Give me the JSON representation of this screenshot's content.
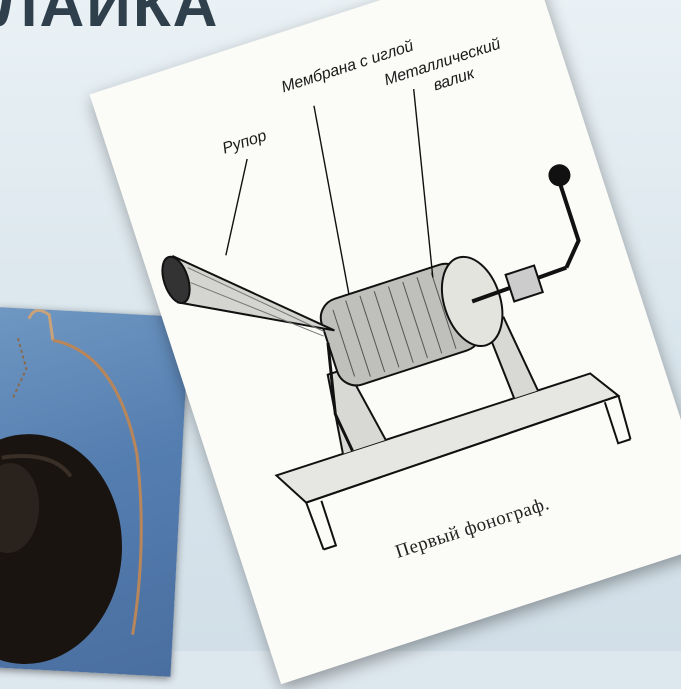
{
  "slide": {
    "title": "ЛАЙКА"
  },
  "illustration": {
    "labels": {
      "horn": "Рупор",
      "membrane": "Мембрана с иглой",
      "cylinder_line1": "Металлический",
      "cylinder_line2": "валик"
    },
    "caption": "Первый фонограф."
  }
}
